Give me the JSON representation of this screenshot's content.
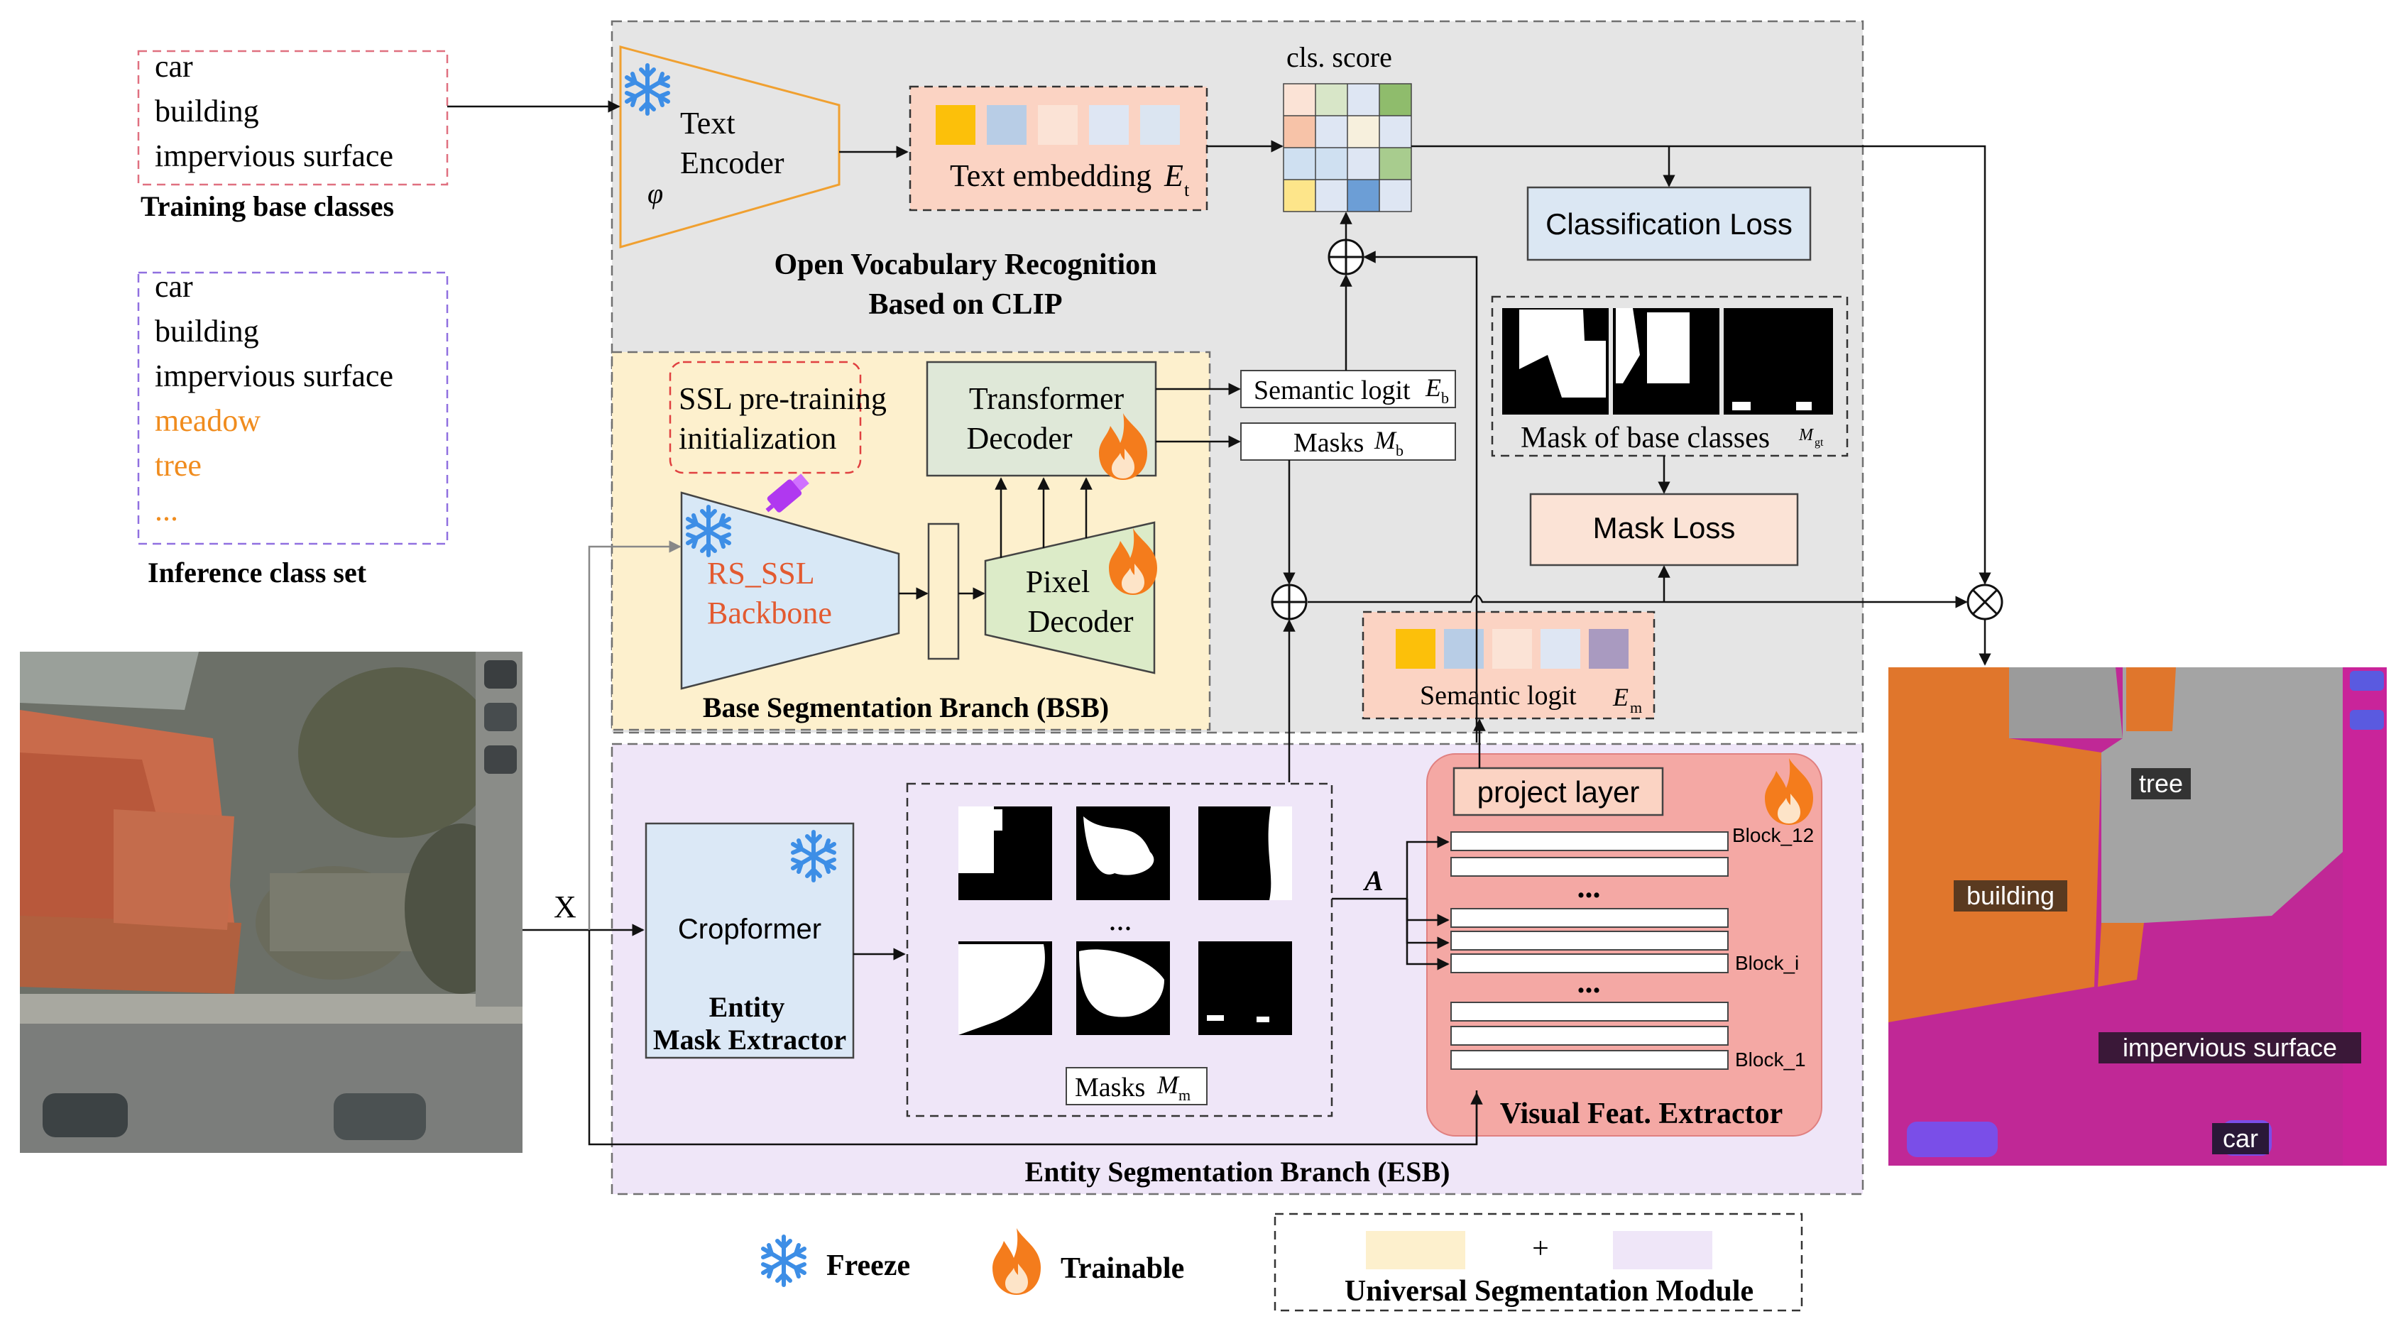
{
  "training_classes": {
    "items": [
      "car",
      "building",
      "impervious surface"
    ],
    "caption": "Training base classes"
  },
  "inference_classes": {
    "base_items": [
      "car",
      "building",
      "impervious surface"
    ],
    "novel_items": [
      "meadow",
      "tree",
      "..."
    ],
    "caption": "Inference class set"
  },
  "clip_section": {
    "text_encoder_line1": "Text",
    "text_encoder_line2": "Encoder",
    "encoder_symbol": "φ",
    "text_embedding_label": "Text embedding",
    "text_embedding_symbol": "E",
    "text_embedding_sub": "t",
    "cls_score_label": "cls. score",
    "title_line1": "Open Vocabulary Recognition",
    "title_line2": "Based on CLIP"
  },
  "losses": {
    "classification": "Classification Loss",
    "mask": "Mask Loss",
    "mask_base_label": "Mask of base classes",
    "mask_base_symbol": "M",
    "mask_base_sub": "gt"
  },
  "bsb": {
    "ssl_line1": "SSL pre-training",
    "ssl_line2": "initialization",
    "transformer_line1": "Transformer",
    "transformer_line2": "Decoder",
    "backbone_line1": "RS_SSL",
    "backbone_line2": "Backbone",
    "pixel_line1": "Pixel",
    "pixel_line2": "Decoder",
    "title": "Base Segmentation Branch (BSB)"
  },
  "middle": {
    "semantic_logit_label": "Semantic logit",
    "semantic_logit_symbol": "E",
    "semantic_logit_sub": "b",
    "masks_b_label": "Masks",
    "masks_b_symbol": "M",
    "masks_b_sub": "b",
    "semantic_m_label": "Semantic logit",
    "semantic_m_symbol": "E",
    "semantic_m_sub": "m"
  },
  "esb": {
    "input_label": "X",
    "cropformer_label": "Cropformer",
    "extractor_line1": "Entity",
    "extractor_line2": "Mask Extractor",
    "ellipsis": "...",
    "masks_m_label": "Masks",
    "masks_m_symbol": "M",
    "masks_m_sub": "m",
    "a_label": "A",
    "project_layer": "project layer",
    "block_12": "Block_12",
    "block_i": "Block_i",
    "block_1": "Block_1",
    "visual_extractor": "Visual Feat. Extractor",
    "title": "Entity Segmentation Branch (ESB)"
  },
  "output_labels": {
    "tree": "tree",
    "building": "building",
    "impervious": "impervious surface",
    "car": "car"
  },
  "legend": {
    "freeze": "Freeze",
    "trainable": "Trainable",
    "plus": "+",
    "module": "Universal Segmentation Module"
  },
  "colors": {
    "clip_bg": "#e5e5e5",
    "bsb_bg": "#fdf0cd",
    "esb_bg": "#efe6f8",
    "visual_extractor": "#f4a8a4",
    "text_embedding_bg": "#fbd3c3",
    "freeze_blue": "#3d8ee6",
    "flame_orange": "#f47c1c",
    "novel_class_orange": "#f08c1e",
    "backbone_fill": "#d8e8f6",
    "pixel_decoder_fill": "#dcebc8",
    "transformer_fill": "#dfe8d8",
    "ssl_magenta": "#b038f0"
  }
}
